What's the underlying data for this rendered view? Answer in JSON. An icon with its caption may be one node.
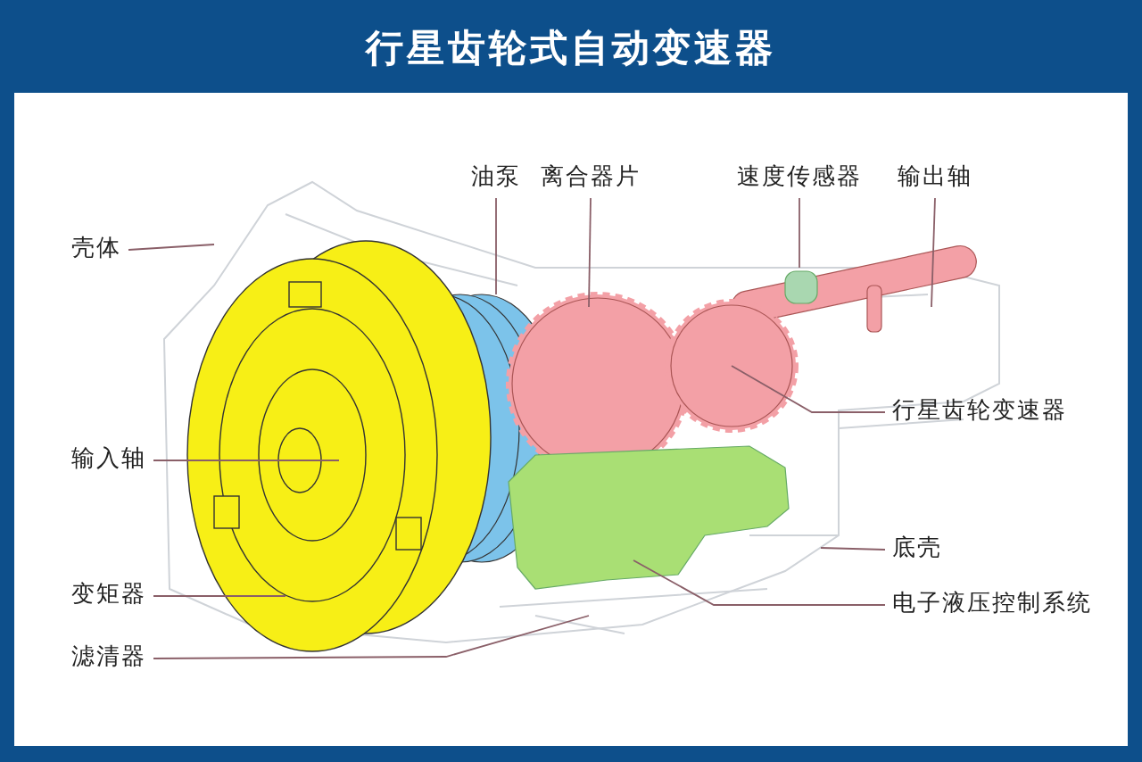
{
  "diagram": {
    "title": "行星齿轮式自动变速器",
    "nodes": [
      {
        "text": [
          "油泵"
        ]
      },
      {
        "text": [
          "离合器片"
        ]
      },
      {
        "text": [
          "速度传感器"
        ]
      },
      {
        "text": [
          "输出轴"
        ]
      },
      {
        "text": [
          "壳体"
        ]
      },
      {
        "text": [
          "行星齿轮变速器"
        ]
      },
      {
        "text": [
          "输入轴"
        ]
      },
      {
        "text": [
          "底壳"
        ]
      },
      {
        "text": [
          "变矩器"
        ]
      },
      {
        "text": [
          "电子液压控制系统"
        ]
      },
      {
        "text": [
          "滤清器"
        ]
      }
    ],
    "edges": [
      {
        "from": 0,
        "to": null,
        "arrow": "none"
      },
      {
        "from": 1,
        "to": null,
        "arrow": "none"
      },
      {
        "from": 2,
        "to": null,
        "arrow": "none"
      },
      {
        "from": 3,
        "to": null,
        "arrow": "none"
      },
      {
        "from": 4,
        "to": null,
        "arrow": "none"
      },
      {
        "from": 5,
        "to": null,
        "arrow": "none"
      },
      {
        "from": 6,
        "to": null,
        "arrow": "none"
      },
      {
        "from": 7,
        "to": null,
        "arrow": "none"
      },
      {
        "from": 8,
        "to": null,
        "arrow": "none"
      },
      {
        "from": 9,
        "to": null,
        "arrow": "none"
      },
      {
        "from": 10,
        "to": null,
        "arrow": "none"
      }
    ]
  }
}
